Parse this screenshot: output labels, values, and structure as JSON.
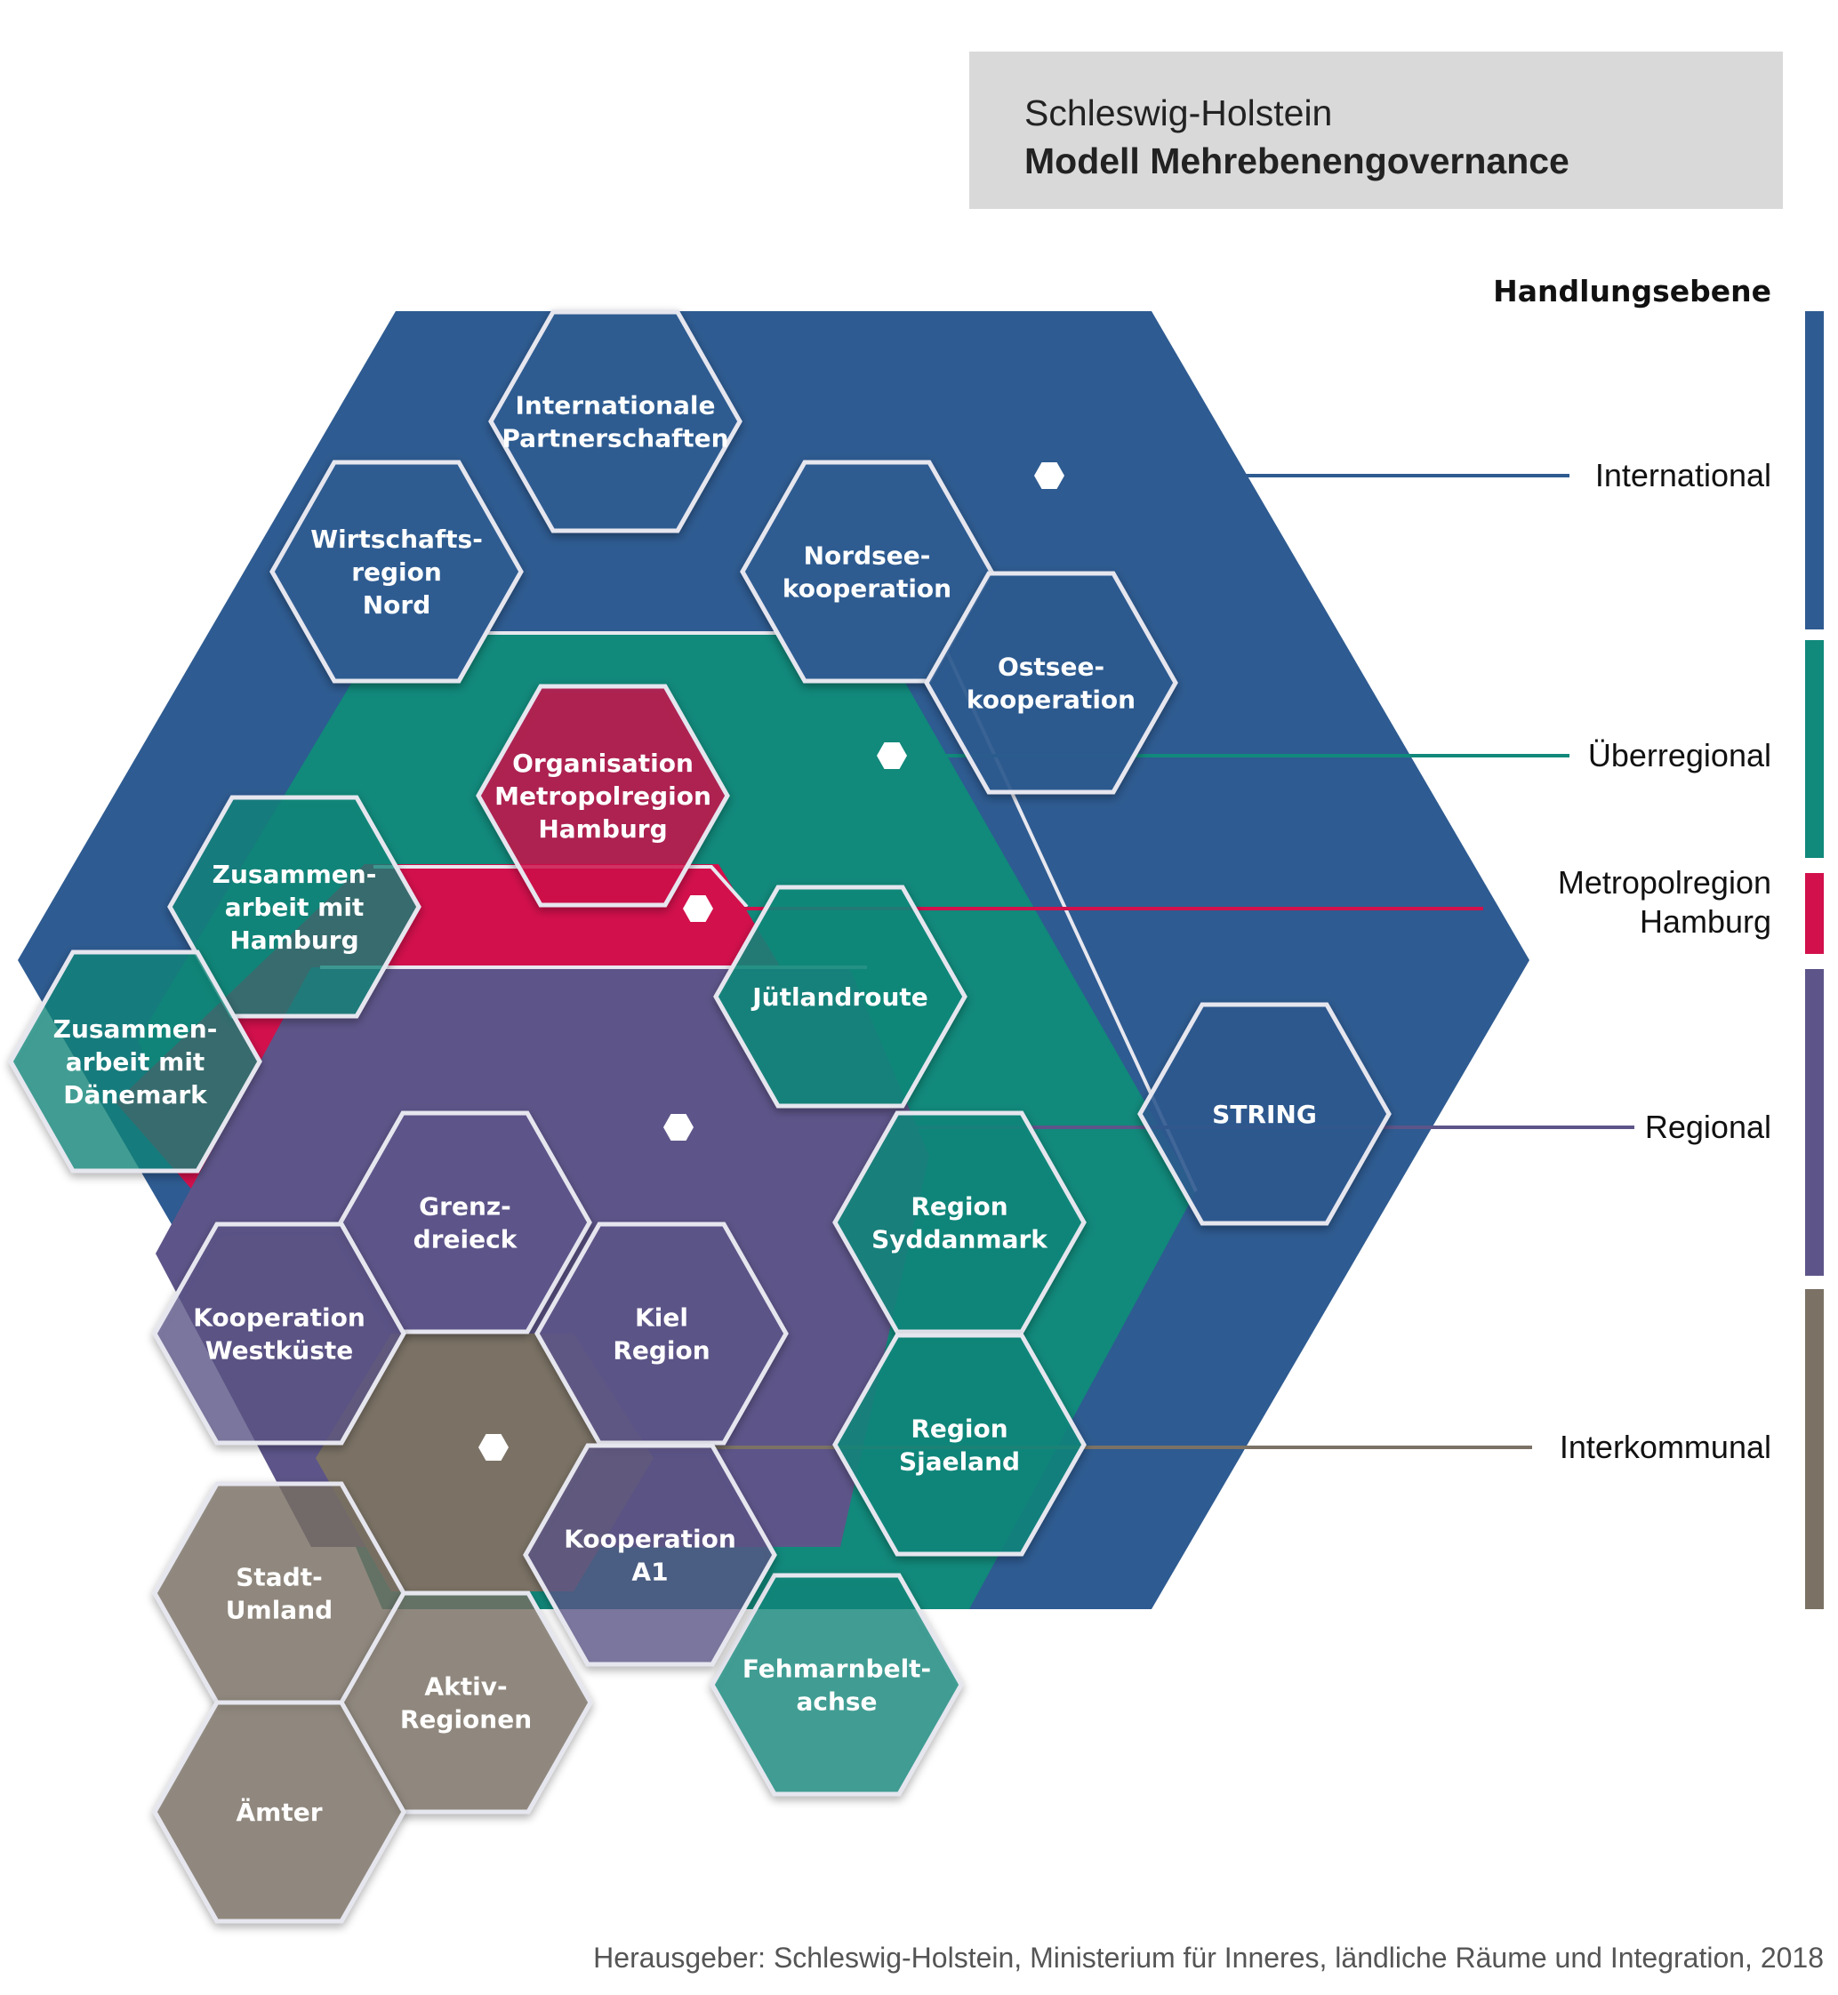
{
  "title": {
    "line1": "Schleswig-Holstein",
    "line2": "Modell Mehrebenengovernance"
  },
  "legend": {
    "heading": "Handlungsebene",
    "levels": [
      {
        "id": "international",
        "lines": [
          "International"
        ],
        "color": "#2e5b91"
      },
      {
        "id": "ueberregional",
        "lines": [
          "Überregional"
        ],
        "color": "#11897b"
      },
      {
        "id": "metropolregion",
        "lines": [
          "Metropolregion",
          "Hamburg"
        ],
        "color": "#d2104c"
      },
      {
        "id": "regional",
        "lines": [
          "Regional"
        ],
        "color": "#5d5589"
      },
      {
        "id": "interkommunal",
        "lines": [
          "Interkommunal"
        ],
        "color": "#7b7265"
      }
    ]
  },
  "hexagons": [
    {
      "id": "internationale-partnerschaften",
      "level": "international",
      "lines": [
        "Internationale",
        "Partnerschaften"
      ]
    },
    {
      "id": "wirtschaftsregion-nord",
      "level": "international",
      "lines": [
        "Wirtschafts-",
        "region",
        "Nord"
      ]
    },
    {
      "id": "nordseekooperation",
      "level": "international",
      "lines": [
        "Nordsee-",
        "kooperation"
      ]
    },
    {
      "id": "ostseekooperation",
      "level": "international",
      "lines": [
        "Ostsee-",
        "kooperation"
      ]
    },
    {
      "id": "organisation-metropolregion-hamburg",
      "level": "metropolregion",
      "lines": [
        "Organisation",
        "Metropolregion",
        "Hamburg"
      ]
    },
    {
      "id": "zusammenarbeit-hamburg",
      "level": "ueberregional",
      "lines": [
        "Zusammen-",
        "arbeit mit",
        "Hamburg"
      ]
    },
    {
      "id": "zusammenarbeit-daenemark",
      "level": "ueberregional",
      "lines": [
        "Zusammen-",
        "arbeit mit",
        "Dänemark"
      ]
    },
    {
      "id": "juetlandroute",
      "level": "ueberregional",
      "lines": [
        "Jütlandroute"
      ]
    },
    {
      "id": "string",
      "level": "international",
      "lines": [
        "STRING"
      ]
    },
    {
      "id": "region-syddanmark",
      "level": "ueberregional",
      "lines": [
        "Region",
        "Syddanmark"
      ]
    },
    {
      "id": "region-sjaeland",
      "level": "ueberregional",
      "lines": [
        "Region",
        "Sjaeland"
      ]
    },
    {
      "id": "fehmarnbeltachse",
      "level": "ueberregional",
      "lines": [
        "Fehmarnbelt-",
        "achse"
      ]
    },
    {
      "id": "grenzdreieck",
      "level": "regional",
      "lines": [
        "Grenz-",
        "dreieck"
      ]
    },
    {
      "id": "kooperation-westkueste",
      "level": "regional",
      "lines": [
        "Kooperation",
        "Westküste"
      ]
    },
    {
      "id": "kiel-region",
      "level": "regional",
      "lines": [
        "Kiel",
        "Region"
      ]
    },
    {
      "id": "kooperation-a1",
      "level": "regional",
      "lines": [
        "Kooperation",
        "A1"
      ]
    },
    {
      "id": "stadt-umland",
      "level": "interkommunal",
      "lines": [
        "Stadt-",
        "Umland"
      ]
    },
    {
      "id": "aktivregionen",
      "level": "interkommunal",
      "lines": [
        "Aktiv-",
        "Regionen"
      ]
    },
    {
      "id": "aemter",
      "level": "interkommunal",
      "lines": [
        "Ämter"
      ]
    }
  ],
  "source_note": "Herausgeber: Schleswig-Holstein, Ministerium für Inneres, ländliche Räume und Integration, 2018"
}
